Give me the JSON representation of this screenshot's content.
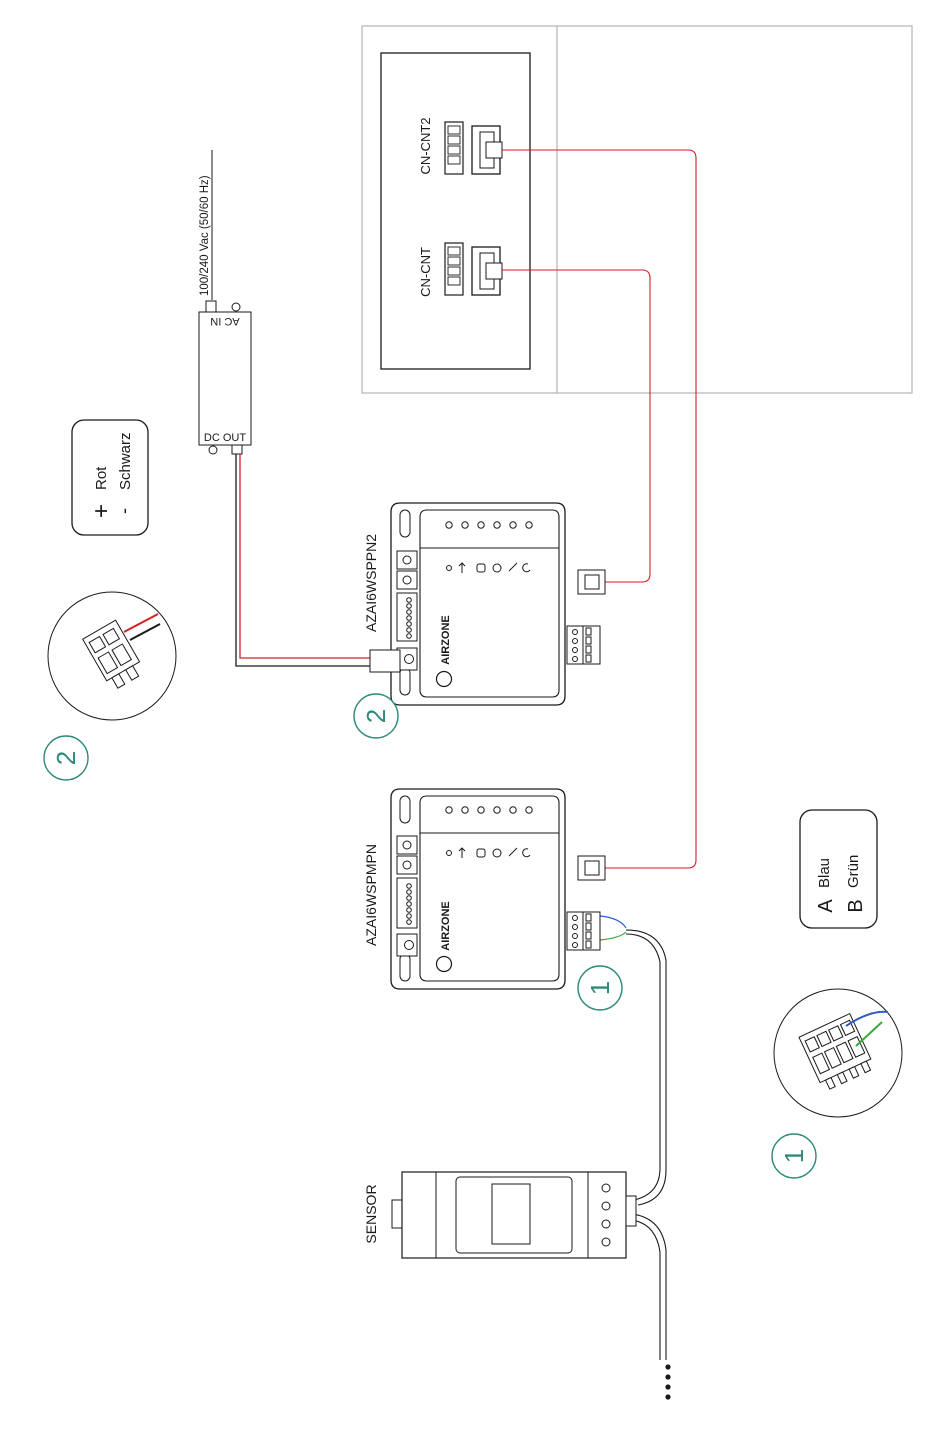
{
  "labels": {
    "cn_cnt2": "CN-CNT2",
    "cn_cnt": "CN-CNT",
    "power_spec": "100/240 Vac (50/60 Hz)",
    "ac_in": "AC IN",
    "dc_out": "DC OUT",
    "module_top": "AZAI6WSPPN2",
    "module_bottom": "AZAI6WSPMPN",
    "brand": "AIRZONE",
    "sensor": "SENSOR"
  },
  "legend_power": {
    "plus_symbol": "+",
    "minus_symbol": "-",
    "plus_label": "Rot",
    "minus_label": "Schwarz"
  },
  "legend_bus": {
    "a_symbol": "A",
    "b_symbol": "B",
    "a_label": "Blau",
    "b_label": "Grün"
  },
  "step_numbers": {
    "one": "1",
    "two": "2"
  },
  "colors": {
    "line": "#1a1a1a",
    "wire_red": "#d21f2a",
    "wire_blue": "#2f5fc4",
    "wire_green": "#3aa83a",
    "step_circle": "#2e8b7a",
    "box_border": "#b5b5b5"
  }
}
